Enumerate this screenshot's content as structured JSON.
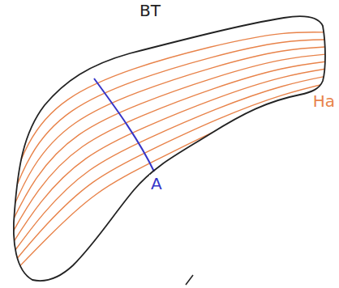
{
  "diagram": {
    "nodes": [
      {
        "text": [
          "BT"
        ]
      }
    ],
    "labels": [
      "Ha",
      "A"
    ]
  }
}
